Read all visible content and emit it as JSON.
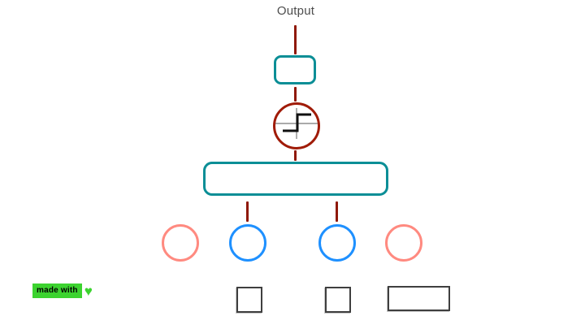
{
  "labels": {
    "output": "Output"
  },
  "badge": {
    "text": "made with",
    "heart": "♥"
  },
  "icons": {
    "activation": "step-function-icon",
    "badge_heart": "heart-icon"
  },
  "diagram": {
    "type": "perceptron",
    "nodes": [
      {
        "id": "output-box",
        "shape": "rounded-rect",
        "color": "#0b8e96"
      },
      {
        "id": "activation-node",
        "shape": "circle",
        "color": "#a01b07",
        "icon": "step-function"
      },
      {
        "id": "sum-box",
        "shape": "rounded-rect",
        "color": "#0b8e96"
      },
      {
        "id": "bias-node-left",
        "shape": "circle",
        "color": "#ff8a80"
      },
      {
        "id": "input-node-1",
        "shape": "circle",
        "color": "#1e90ff"
      },
      {
        "id": "input-node-2",
        "shape": "circle",
        "color": "#1e90ff"
      },
      {
        "id": "bias-node-right",
        "shape": "circle",
        "color": "#ff8a80"
      },
      {
        "id": "weight-box-1",
        "shape": "square",
        "color": "#3f3f3f"
      },
      {
        "id": "weight-box-2",
        "shape": "square",
        "color": "#3f3f3f"
      },
      {
        "id": "weight-box-wide",
        "shape": "rect",
        "color": "#3f3f3f"
      }
    ],
    "edges": [
      {
        "from": "output-box",
        "to": "output-label"
      },
      {
        "from": "activation-node",
        "to": "output-box"
      },
      {
        "from": "sum-box",
        "to": "activation-node"
      },
      {
        "from": "input-node-1",
        "to": "sum-box"
      },
      {
        "from": "input-node-2",
        "to": "sum-box"
      }
    ],
    "edge_color": "#8f1807"
  },
  "colors": {
    "teal": "#0b8e96",
    "darkred": "#8f1807",
    "circlered": "#a01b07",
    "blue": "#1e90ff",
    "salmon": "#ff8a80",
    "green": "#3cd32f",
    "graytext": "#4d4d4d",
    "boxgray": "#3f3f3f"
  }
}
